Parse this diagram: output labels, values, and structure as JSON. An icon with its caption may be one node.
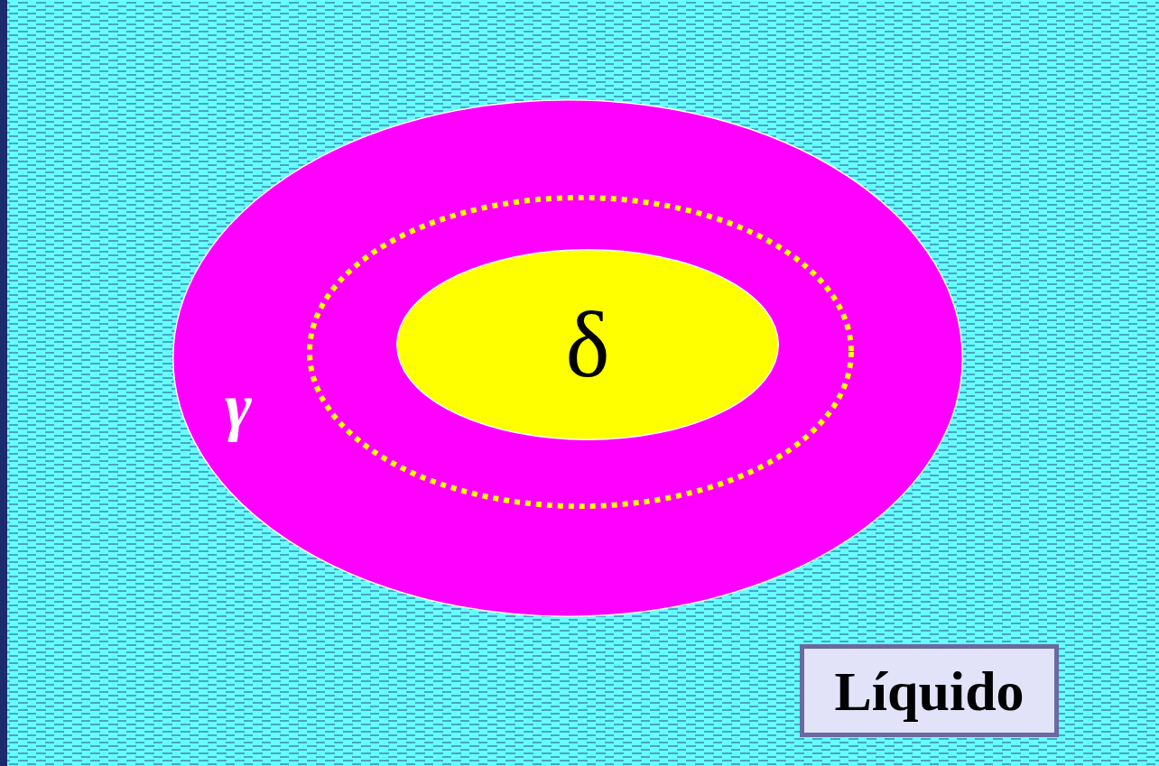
{
  "diagram": {
    "nodes": [
      {
        "text": [
          "γ"
        ]
      },
      {
        "text": [],
        "shape": "ellipse",
        "in": 0
      },
      {
        "text": [
          "δ"
        ],
        "in": 1
      },
      {
        "text": [
          "Líquido"
        ]
      }
    ]
  }
}
